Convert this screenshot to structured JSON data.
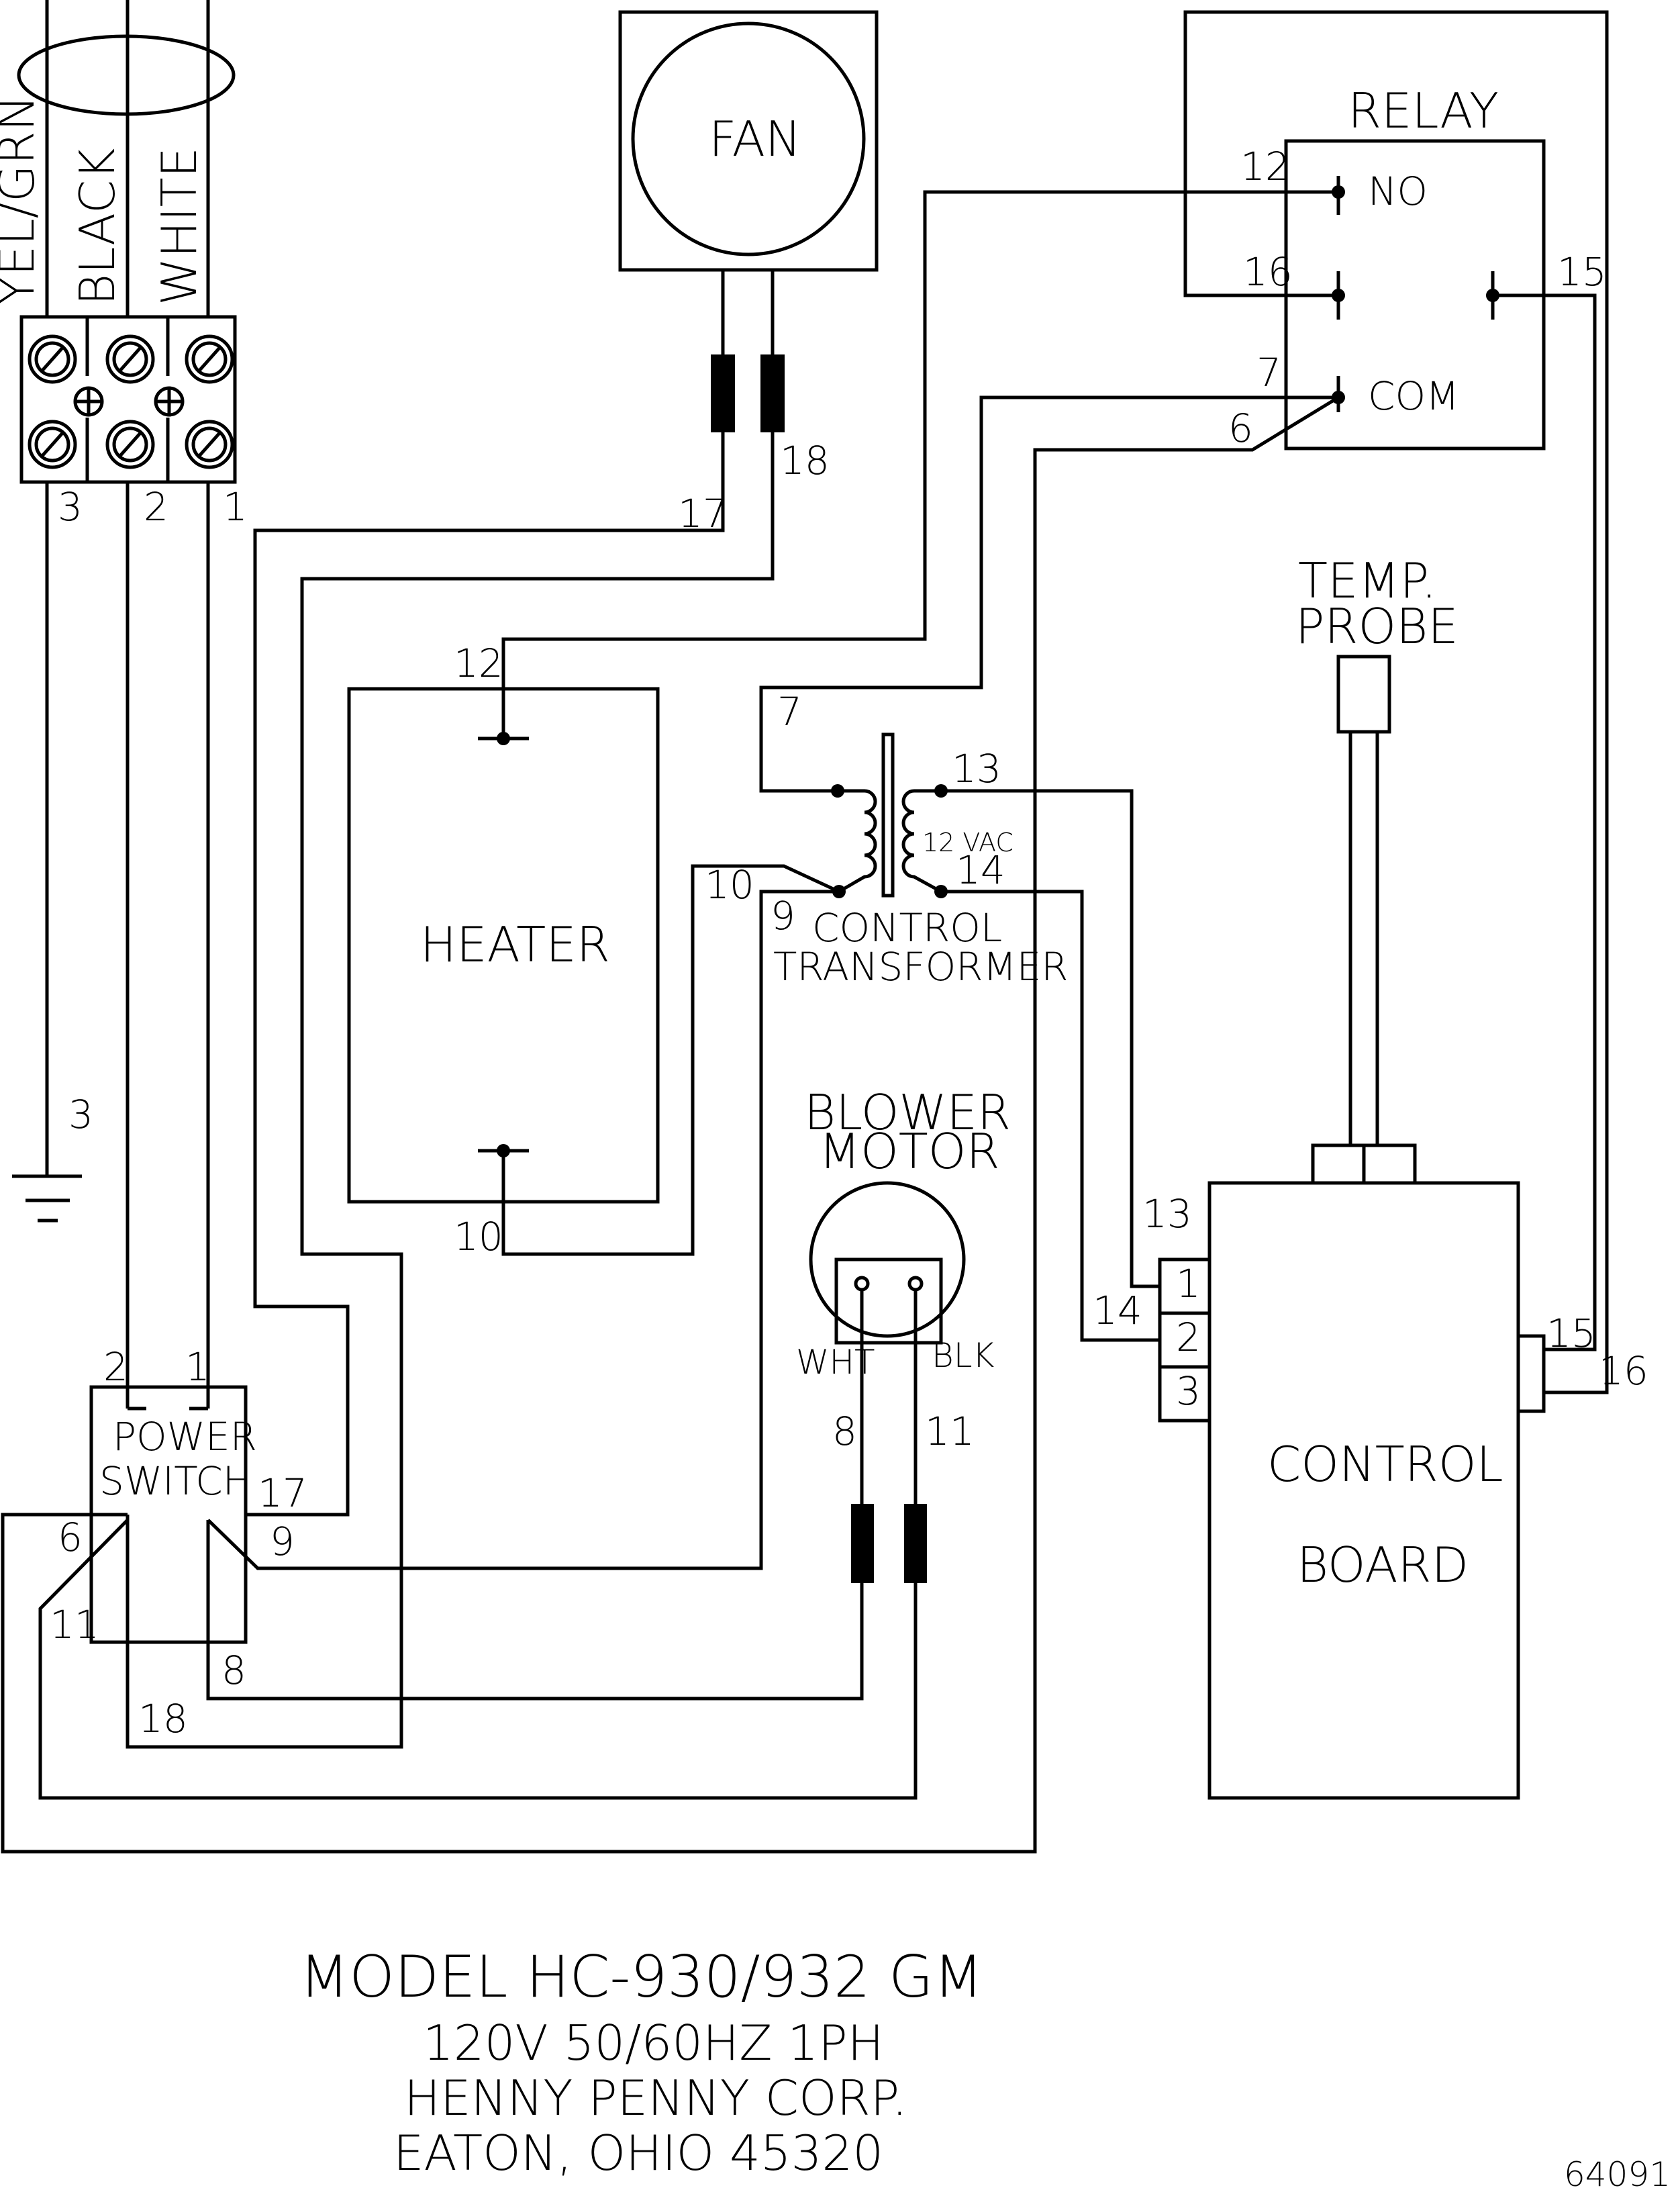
{
  "labels": {
    "fan": "FAN",
    "relay": "RELAY",
    "relay_no": "NO",
    "relay_com": "COM",
    "temp": "TEMP.",
    "probe": "PROBE",
    "heater": "HEATER",
    "control_1": "CONTROL",
    "transformer": "TRANSFORMER",
    "vac": "12 VAC",
    "blower_1": "BLOWER",
    "blower_2": "MOTOR",
    "wht": "WHT",
    "blk": "BLK",
    "power": "POWER",
    "switch": "SWITCH",
    "control_board_1": "CONTROL",
    "control_board_2": "BOARD",
    "wire_colors": [
      "YEL/GRN",
      "BLACK",
      "WHITE"
    ],
    "terminal_numbers": [
      "3",
      "2",
      "1"
    ],
    "board_terminals": [
      "1",
      "2",
      "3"
    ]
  },
  "wire_numbers": {
    "w17_fan": "17",
    "w18_fan": "18",
    "w12_relay": "12",
    "w16_relay": "16",
    "w15_relay": "15",
    "w7_relay": "7",
    "w6_relay": "6",
    "w12_heater": "12",
    "w10_heater": "10",
    "w7_xfmr": "7",
    "w10_xfmr": "10",
    "w9_xfmr": "9",
    "w13_xfmr": "13",
    "w14_xfmr": "14",
    "w13_board": "13",
    "w14_board": "14",
    "w15_board": "15",
    "w16_board": "16",
    "w3_ground": "3",
    "w2_sw": "2",
    "w1_sw": "1",
    "w17_sw": "17",
    "w9_sw": "9",
    "w6_sw": "6",
    "w11_sw": "11",
    "w8_sw": "8",
    "w18_sw": "18",
    "w8_motor": "8",
    "w11_motor": "11"
  },
  "footer": {
    "line1": "MODEL HC-930/932 GM",
    "line2": "120V 50/60HZ 1PH",
    "line3": "HENNY PENNY CORP.",
    "line4": "EATON, OHIO  45320",
    "doc_number": "64091"
  }
}
